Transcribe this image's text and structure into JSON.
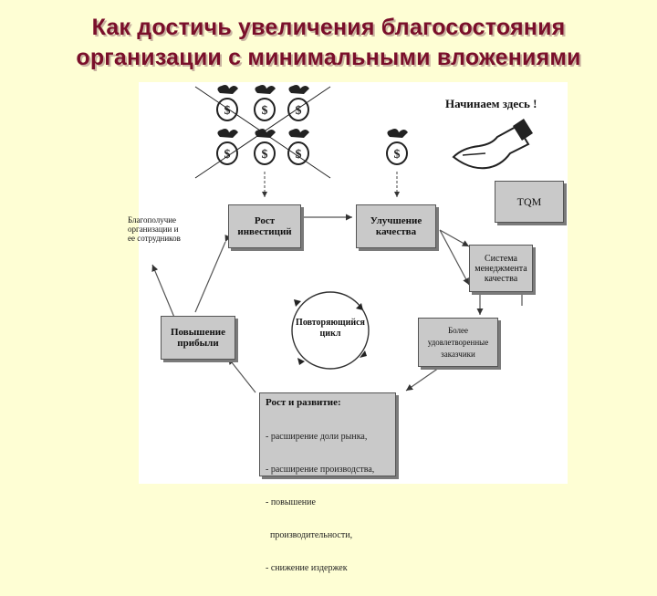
{
  "title": {
    "line1": "Как достичь увеличения благосостояния",
    "line2": "организации с минимальными вложениями"
  },
  "start_label": "Начинаем здесь !",
  "nodes": {
    "tqm": "TQM",
    "investment": [
      "Рост",
      "инвестиций"
    ],
    "quality": [
      "Улучшение",
      "качества"
    ],
    "qms": [
      "Система",
      "менеджмента",
      "качества"
    ],
    "welfare": [
      "Благополучие",
      "организации и",
      "ее сотрудников"
    ],
    "profit": [
      "Повышение",
      "прибыли"
    ],
    "cycle": [
      "Повторяющийся",
      "цикл"
    ],
    "customers": [
      "Более",
      "удовлетворенные",
      "заказчики"
    ],
    "growth_title": "Рост и развитие:",
    "growth_items": [
      "- расширение доли рынка,",
      "- расширение производства,",
      "- повышение",
      "  производительности,",
      "- снижение издержек"
    ]
  },
  "icons": [
    "money-bag-icon",
    "pointing-hand-icon",
    "cross-out-icon",
    "cycle-arrows-icon"
  ],
  "colors": {
    "title": "#7a0f2a",
    "background": "#fefed4",
    "box": "#c9c9c9"
  }
}
